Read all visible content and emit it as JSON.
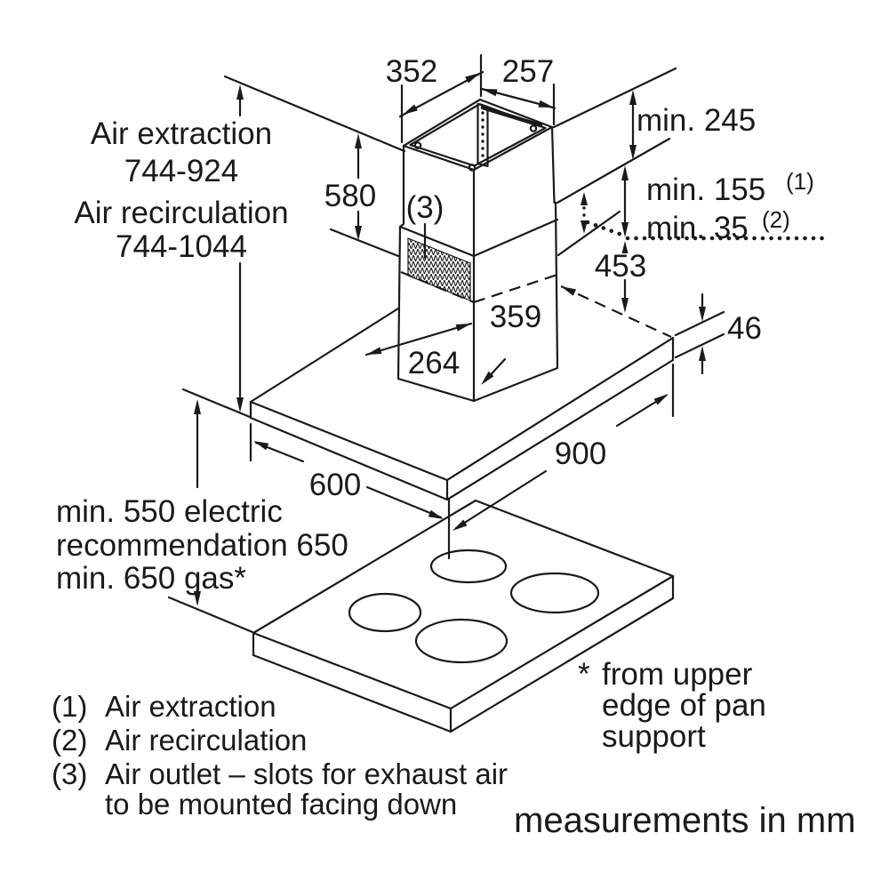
{
  "diagram": {
    "colors": {
      "line": "#1a1a1a",
      "background": "#ffffff"
    },
    "dims": {
      "top_width": "352",
      "top_depth": "257",
      "upper_chimney_height": "580",
      "ceiling_clearance": "min. 245",
      "extraction_clearance": "min. 155",
      "extraction_ref": "(1)",
      "recirculation_clearance": "min. 35",
      "recirculation_ref": "(2)",
      "chimney_to_canopy": "453",
      "base_depth": "359",
      "base_width": "264",
      "canopy_thickness": "46",
      "canopy_depth": "600",
      "canopy_width": "900"
    },
    "height_range": [
      "Air extraction",
      "744-924",
      "Air recirculation",
      "744-1044"
    ],
    "slots_ref": "(3)",
    "hob_clearance": [
      "min. 550 electric",
      "recommendation 650",
      "min. 650 gas*"
    ],
    "legend": [
      {
        "ref": "(1)",
        "text": "Air extraction"
      },
      {
        "ref": "(2)",
        "text": "Air recirculation"
      },
      {
        "ref": "(3)",
        "text": "Air outlet – slots for exhaust air"
      },
      {
        "ref": "",
        "text": "to be mounted facing down"
      }
    ],
    "footnote": {
      "marker": "*",
      "lines": [
        "from upper",
        "edge of pan",
        "support"
      ]
    },
    "units_note": "measurements in mm"
  }
}
